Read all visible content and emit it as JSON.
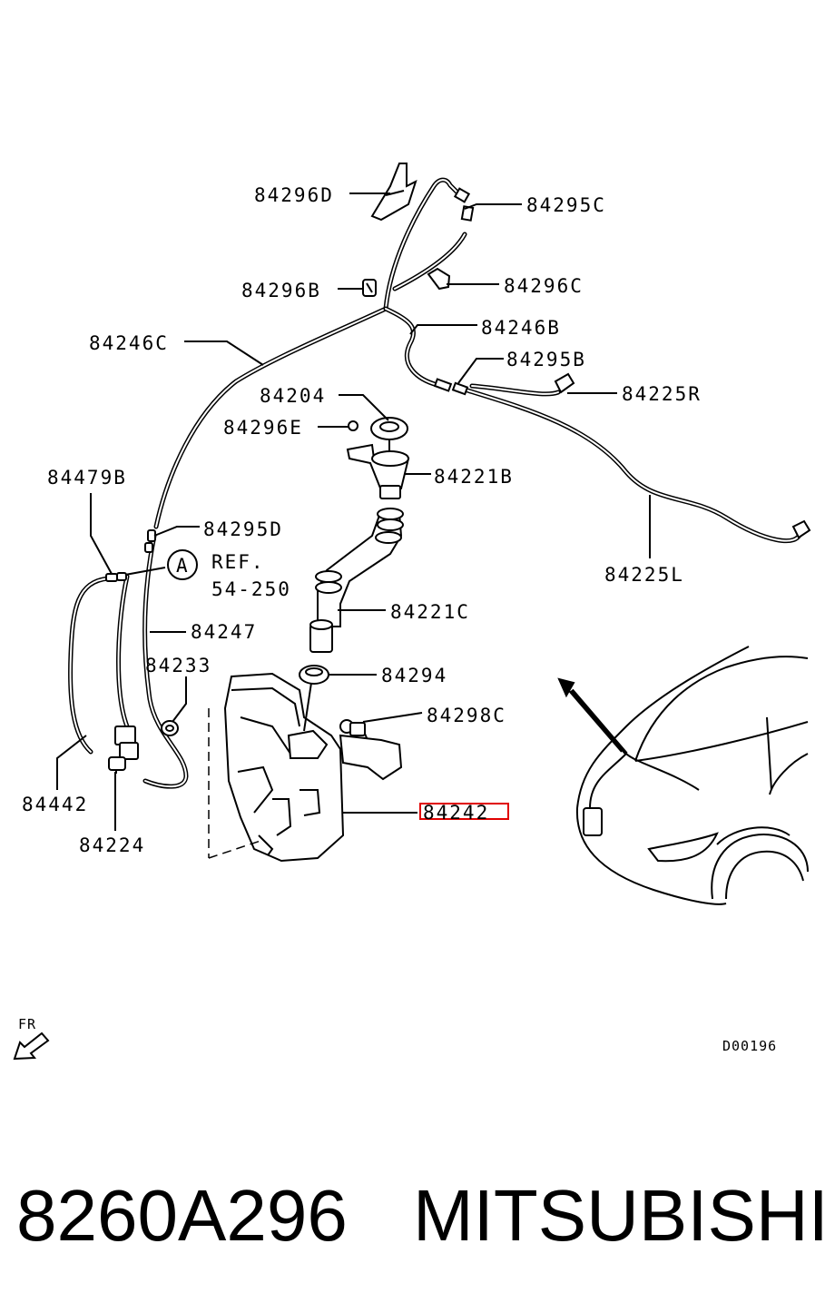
{
  "labels": {
    "p84296D": "84296D",
    "p84295C": "84295C",
    "p84296B": "84296B",
    "p84296C": "84296C",
    "p84246C": "84246C",
    "p84246B": "84246B",
    "p84295B": "84295B",
    "p84225R": "84225R",
    "p84204": "84204",
    "p84296E": "84296E",
    "p84221B": "84221B",
    "p84479B": "84479B",
    "p84295D": "84295D",
    "ref_circle": "A",
    "ref_line1": "REF.",
    "ref_line2": "54-250",
    "p84247": "84247",
    "p84221C": "84221C",
    "p84225L": "84225L",
    "p84233": "84233",
    "p84294": "84294",
    "p84298C": "84298C",
    "p84442": "84442",
    "p84242": "84242",
    "p84224": "84224",
    "fr": "FR",
    "drawing_code": "D00196"
  },
  "highlight_color": "#e00000",
  "footer": {
    "part_number": "8260A296",
    "brand": "MITSUBISHI"
  }
}
